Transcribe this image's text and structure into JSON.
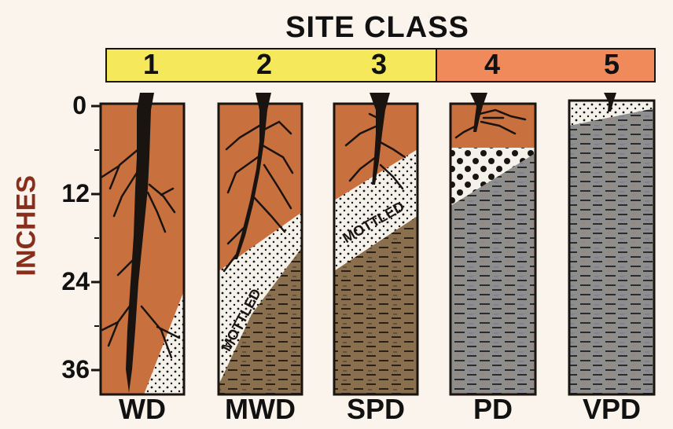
{
  "title": "SITE CLASS",
  "y_axis": {
    "title": "INCHES",
    "ticks": [
      "0",
      "12",
      "24",
      "36"
    ]
  },
  "site_classes": [
    {
      "number": "1",
      "band_color": "#f5e85a"
    },
    {
      "number": "2",
      "band_color": "#f5e85a"
    },
    {
      "number": "3",
      "band_color": "#f5e85a"
    },
    {
      "number": "4",
      "band_color": "#f08a5a"
    },
    {
      "number": "5",
      "band_color": "#f08a5a"
    }
  ],
  "profiles": [
    {
      "label": "WD",
      "note": ""
    },
    {
      "label": "MWD",
      "note": "MOTTLED"
    },
    {
      "label": "SPD",
      "note": "MOTTLED"
    },
    {
      "label": "PD",
      "note": ""
    },
    {
      "label": "VPD",
      "note": ""
    }
  ],
  "colors": {
    "brown_soil": "#c9703f",
    "mottled_soil": "#8a6f4e",
    "gray_soil": "#8e8e8c",
    "root": "#1a1411",
    "outline": "#1a1411",
    "axis_title": "#8a2e1c"
  }
}
